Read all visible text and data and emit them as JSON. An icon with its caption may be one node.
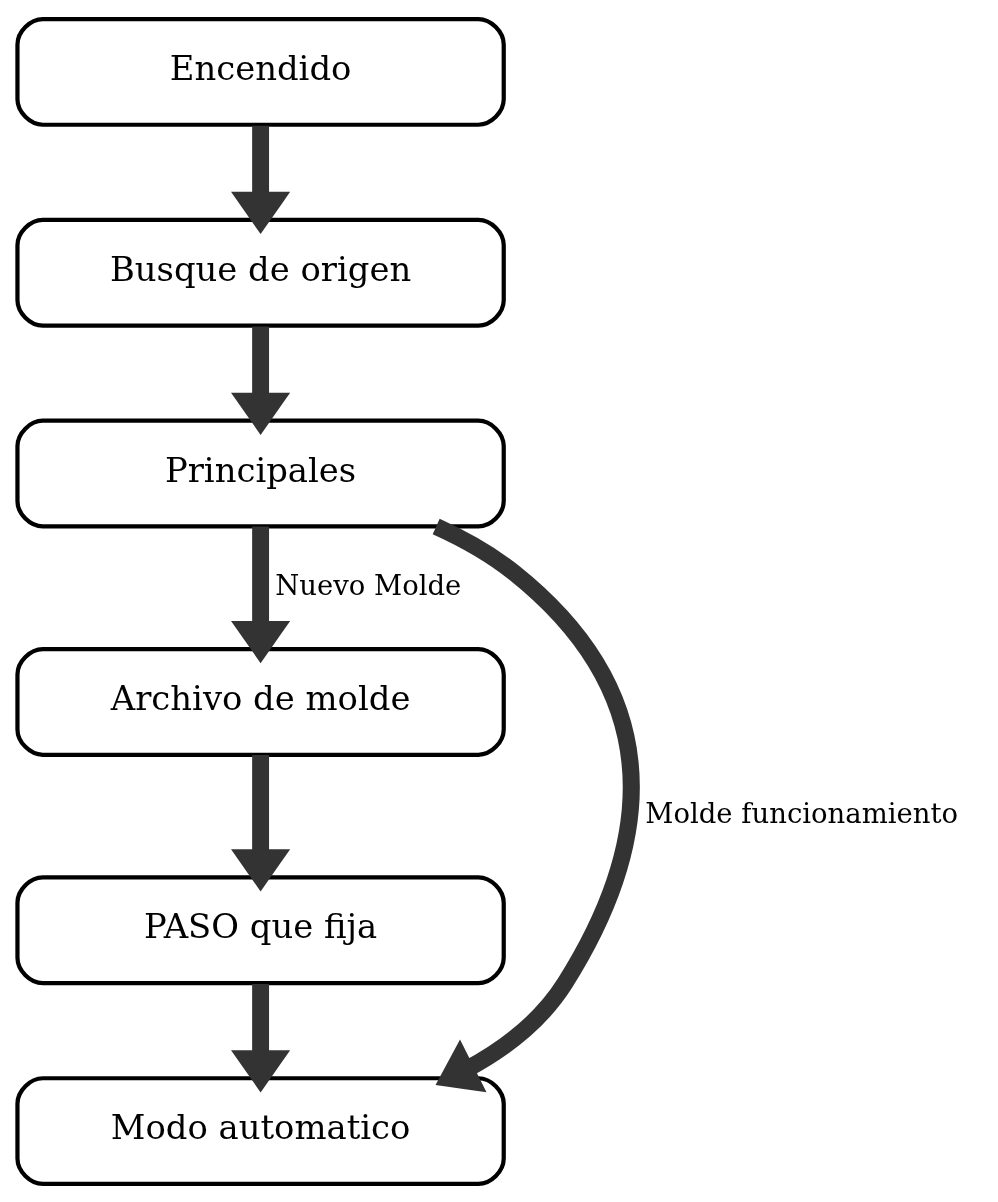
{
  "diagram": {
    "nodes": [
      {
        "text": [
          "Encendido"
        ]
      },
      {
        "text": [
          "Busque de origen"
        ]
      },
      {
        "text": [
          "Principales"
        ]
      },
      {
        "text": [
          "Archivo de molde"
        ]
      },
      {
        "text": [
          "PASO que fija"
        ]
      },
      {
        "text": [
          "Modo automatico"
        ]
      }
    ],
    "edges": [
      {
        "from": 0,
        "to": 1,
        "arrow": "to"
      },
      {
        "from": 1,
        "to": 2,
        "arrow": "to"
      },
      {
        "from": 2,
        "to": 3,
        "arrow": "to",
        "label": "Nuevo Molde"
      },
      {
        "from": 3,
        "to": 4,
        "arrow": "to"
      },
      {
        "from": 4,
        "to": 5,
        "arrow": "to"
      },
      {
        "from": 2,
        "to": 5,
        "arrow": "to",
        "label": "Molde funcionamiento"
      }
    ]
  }
}
